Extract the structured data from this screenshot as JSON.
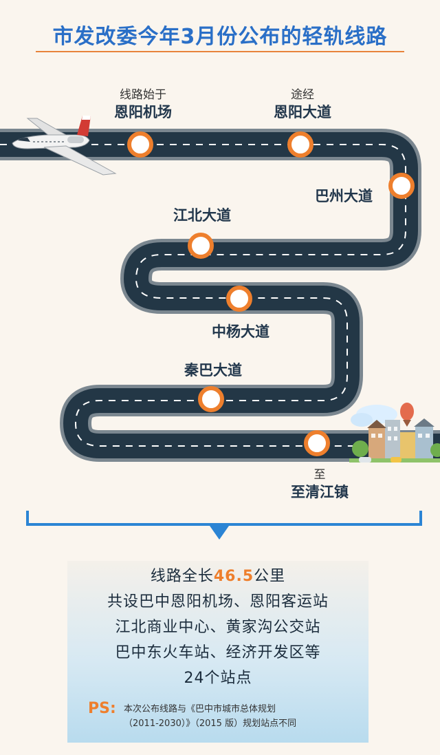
{
  "title": "市发改委今年3月份公布的轻轨线路",
  "stops": [
    {
      "pre": "线路始于",
      "name": "恩阳机场"
    },
    {
      "pre": "途经",
      "name": "恩阳大道"
    },
    {
      "pre": "",
      "name": "巴州大道"
    },
    {
      "pre": "",
      "name": "江北大道"
    },
    {
      "pre": "",
      "name": "中杨大道"
    },
    {
      "pre": "",
      "name": "秦巴大道"
    },
    {
      "pre": "至",
      "name": "至清江镇"
    }
  ],
  "summary": {
    "line1_prefix": "线路全长",
    "length": "46.5",
    "line1_suffix": "公里",
    "line2": "共设巴中恩阳机场、恩阳客运站",
    "line3": "江北商业中心、黄家沟公交站",
    "line4": "巴中东火车站、经济开发区等",
    "line5": "24个站点"
  },
  "note": {
    "ps": "PS:",
    "line1": "本次公布线路与《巴中市城市总体规划",
    "line2": "（2011-2030）》（2015 版）规划站点不同"
  },
  "colors": {
    "title": "#2a6fc7",
    "accent": "#ee7f2d",
    "road": "#2a3d4c",
    "bracket": "#2b84d4"
  }
}
